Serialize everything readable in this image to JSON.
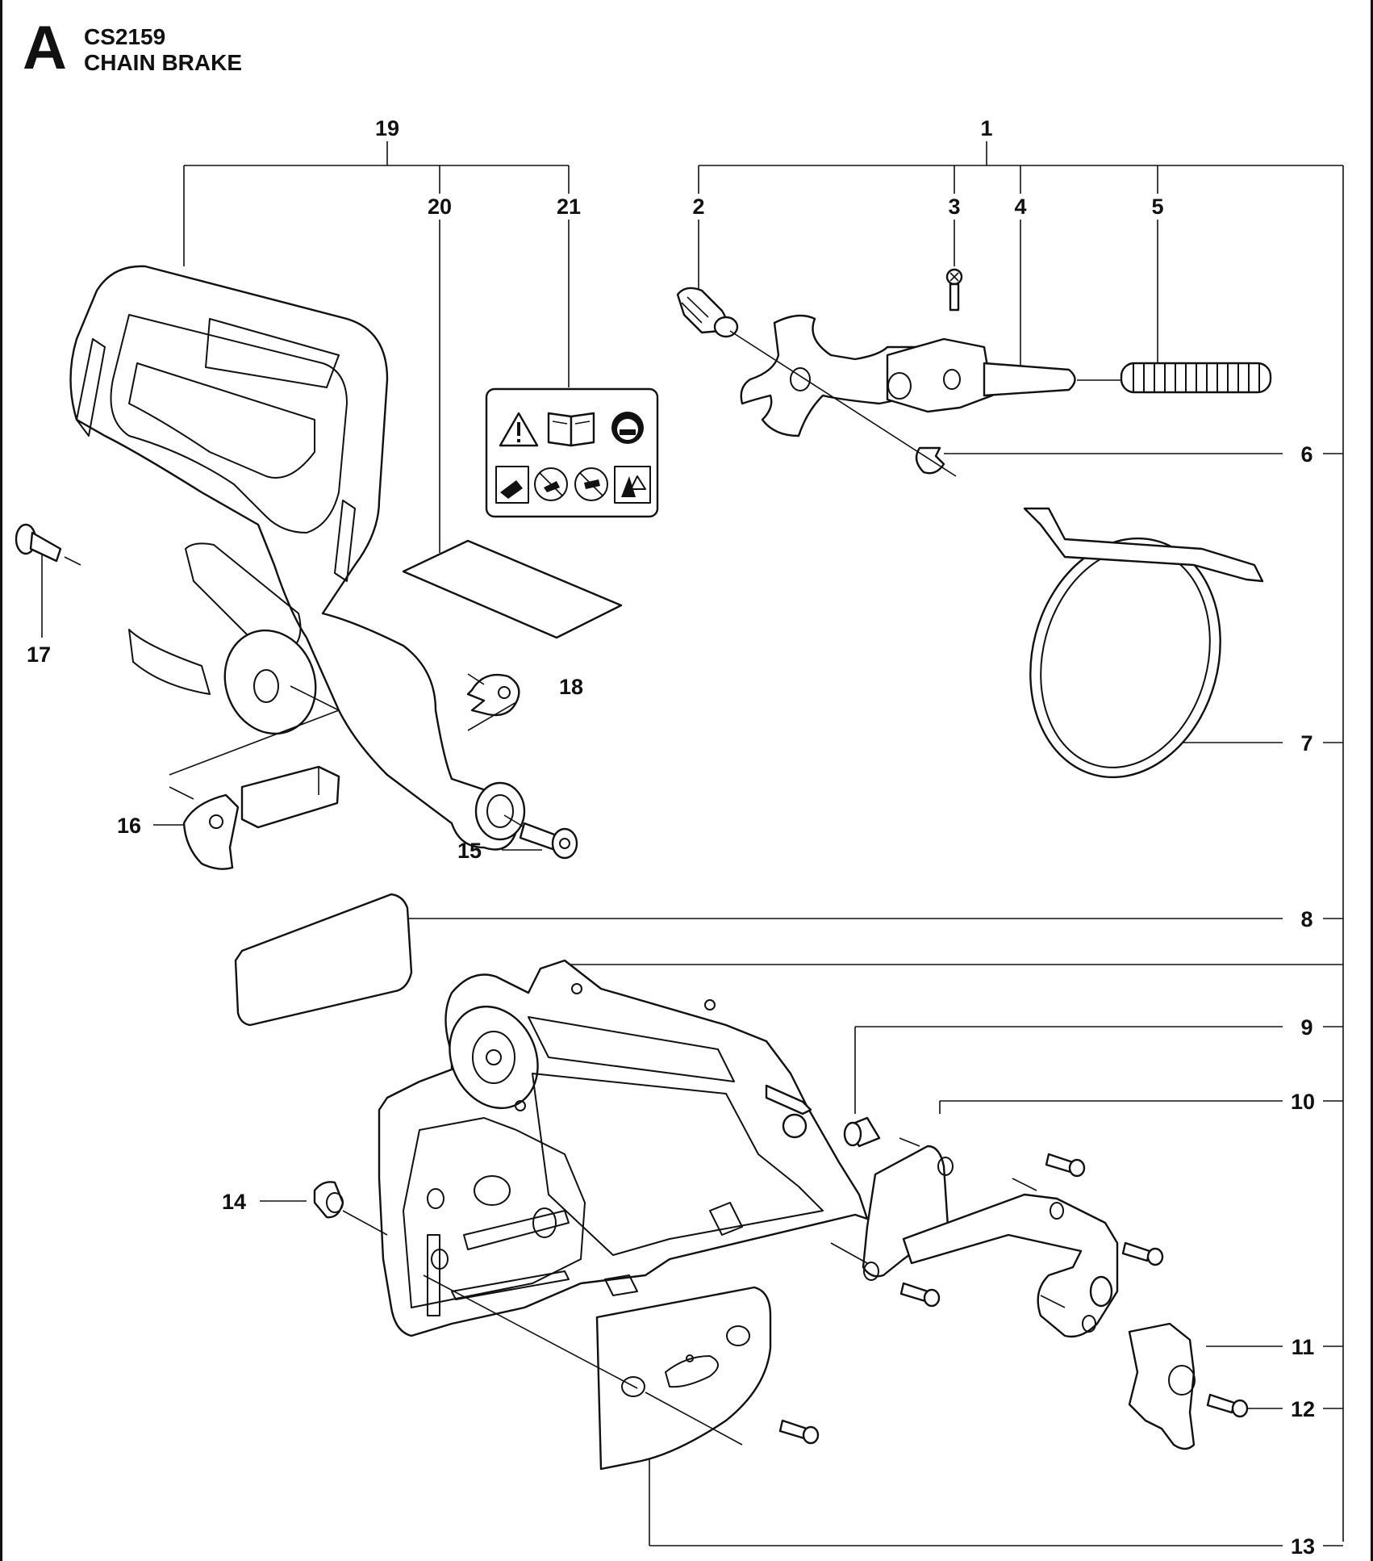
{
  "header": {
    "letter": "A",
    "model": "CS2159",
    "title": "CHAIN BRAKE"
  },
  "callouts": [
    "1",
    "2",
    "3",
    "4",
    "5",
    "6",
    "7",
    "8",
    "9",
    "10",
    "11",
    "12",
    "13",
    "14",
    "15",
    "16",
    "17",
    "18",
    "19",
    "20",
    "21"
  ],
  "icons": {
    "warning_label": [
      "warning-triangle-icon",
      "manual-book-icon",
      "safety-helmet-icon",
      "kickback-icon",
      "no-one-hand-icon",
      "no-tip-cut-icon",
      "protective-gear-icon"
    ]
  }
}
